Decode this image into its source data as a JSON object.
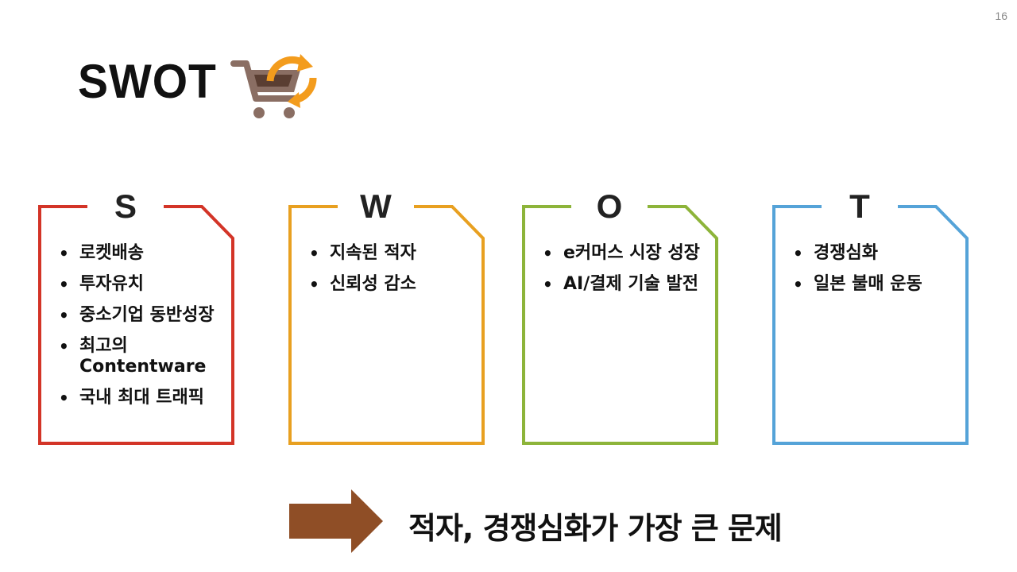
{
  "page_number": "16",
  "title": "SWOT",
  "icons": {
    "cart": "shopping-cart-refresh-icon",
    "arrow": "right-arrow-icon"
  },
  "colors": {
    "S": "#d33427",
    "W": "#e8a020",
    "O": "#8db43a",
    "T": "#55a3d8",
    "arrow": "#8f4e26",
    "cart_brown": "#8a6e63",
    "cart_orange": "#f39c1d"
  },
  "cards": [
    {
      "letter": "S",
      "items": [
        "로켓배송",
        "투자유치",
        "중소기업 동반성장",
        "최고의 Contentware",
        "국내 최대 트래픽"
      ]
    },
    {
      "letter": "W",
      "items": [
        "지속된 적자",
        "신뢰성 감소"
      ]
    },
    {
      "letter": "O",
      "items": [
        "e커머스 시장 성장",
        "AI/결제 기술 발전"
      ]
    },
    {
      "letter": "T",
      "items": [
        "경쟁심화",
        "일본 불매 운동"
      ]
    }
  ],
  "conclusion": "적자, 경쟁심화가 가장 큰 문제"
}
